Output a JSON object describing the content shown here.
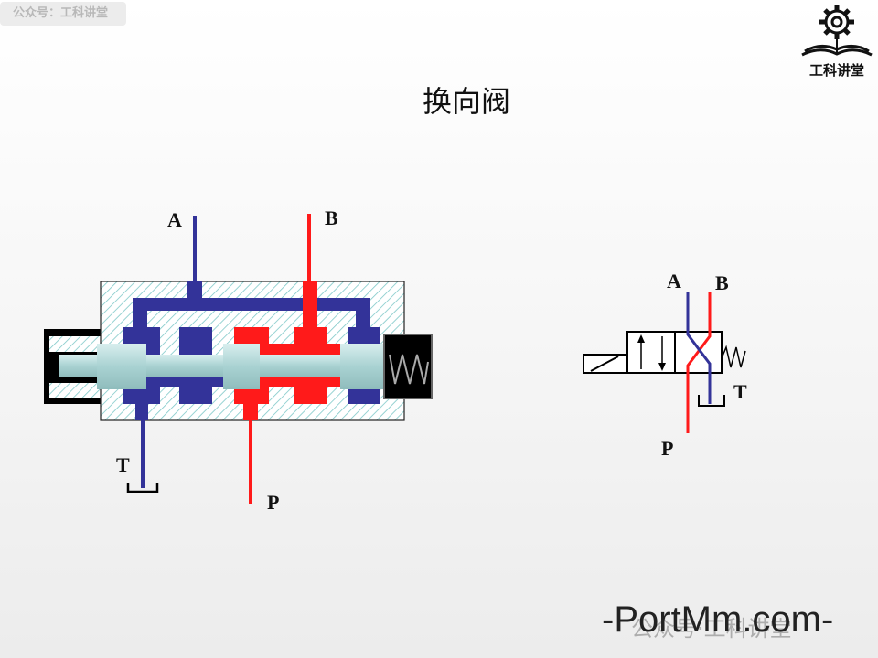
{
  "watermark_top": "公众号：工科讲堂",
  "logo": {
    "text": "工科讲堂",
    "icon": "gear-book-icon"
  },
  "title": "换向阀",
  "section_view": {
    "ports": {
      "A": "A",
      "B": "B",
      "T": "T",
      "P": "P"
    }
  },
  "symbol_view": {
    "ports": {
      "A": "A",
      "B": "B",
      "T": "T",
      "P": "P"
    }
  },
  "watermark_bottom": "-PortMm.com-",
  "watermark_bottom_ghost": "公众号·工科讲堂",
  "colors": {
    "blue": "#333399",
    "red": "#ff1a1a",
    "spool": "#b4dcdc",
    "hatch": "#7ec8c8",
    "black": "#000000"
  }
}
